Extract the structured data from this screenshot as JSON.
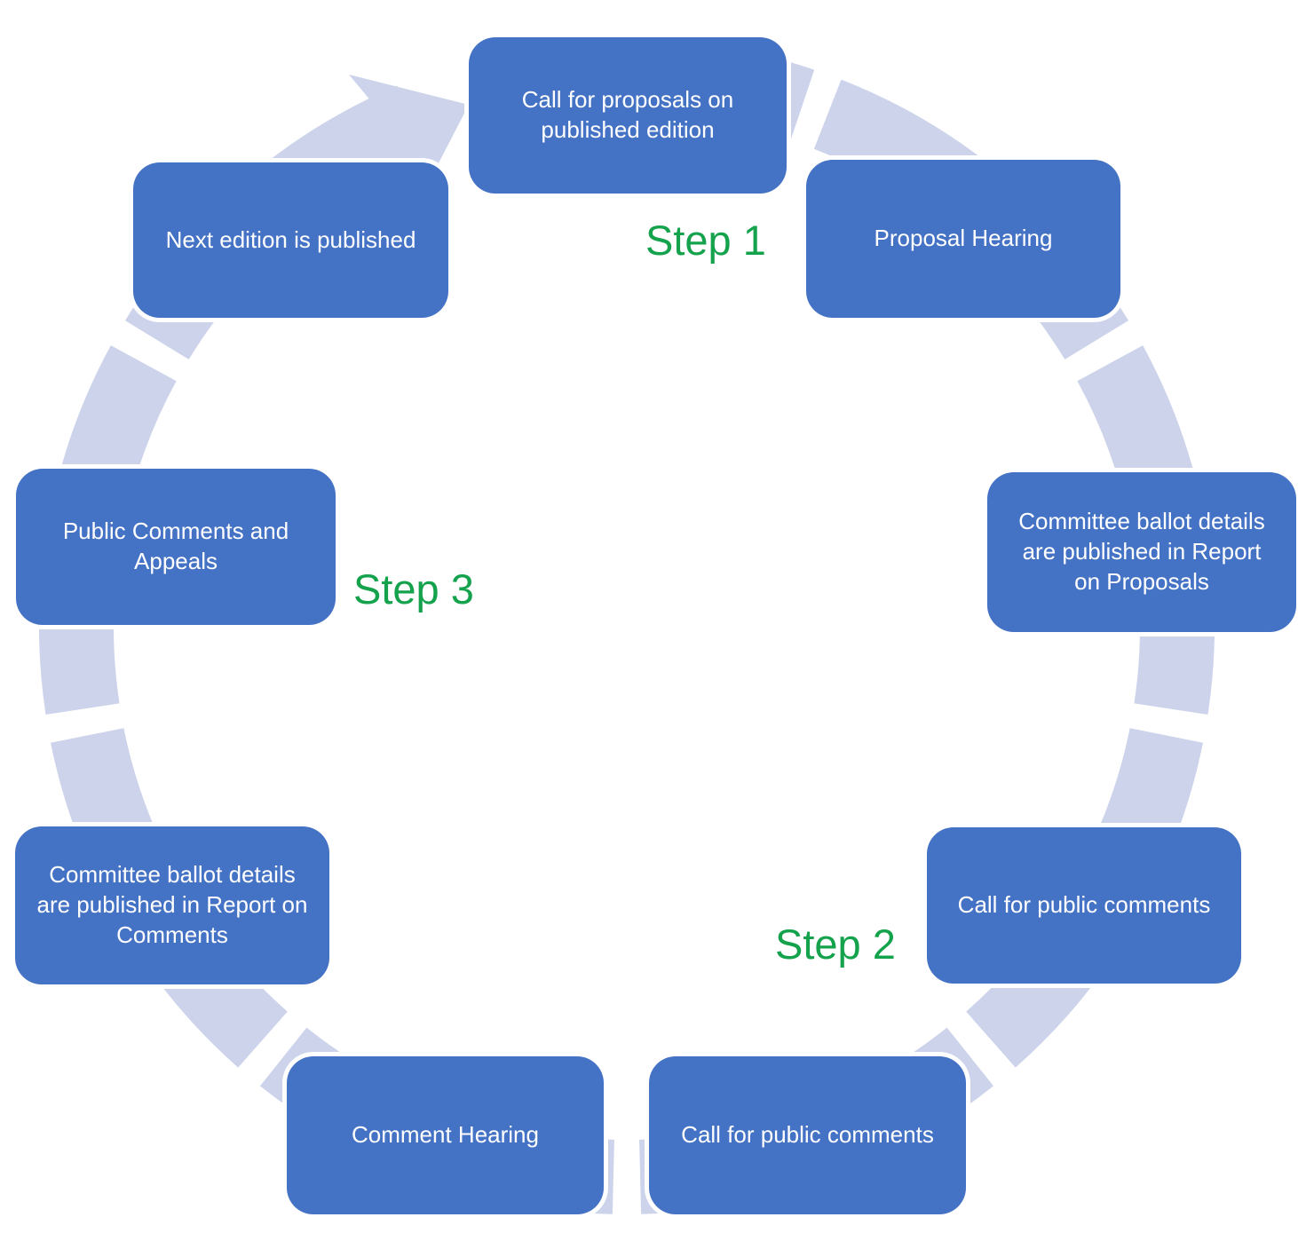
{
  "diagram": {
    "steps": [
      {
        "label": "Step 1"
      },
      {
        "label": "Step 2"
      },
      {
        "label": "Step 3"
      }
    ],
    "boxes": [
      {
        "id": "call-for-proposals",
        "label": "Call for proposals on published edition"
      },
      {
        "id": "proposal-hearing",
        "label": "Proposal Hearing"
      },
      {
        "id": "report-on-proposals",
        "label": "Committee ballot details are published in Report on Proposals"
      },
      {
        "id": "call-for-public-comments-1",
        "label": "Call for public comments"
      },
      {
        "id": "call-for-public-comments-2",
        "label": "Call for public comments"
      },
      {
        "id": "comment-hearing",
        "label": "Comment Hearing"
      },
      {
        "id": "report-on-comments",
        "label": "Committee ballot details are published in Report on Comments"
      },
      {
        "id": "public-comments-and-appeals",
        "label": "Public Comments and Appeals"
      },
      {
        "id": "next-edition-published",
        "label": "Next edition is published"
      }
    ],
    "colors": {
      "box_fill": "#4472c4",
      "box_text": "#ffffff",
      "ring": "#ccd3ea",
      "step_text": "#15a24c"
    }
  }
}
